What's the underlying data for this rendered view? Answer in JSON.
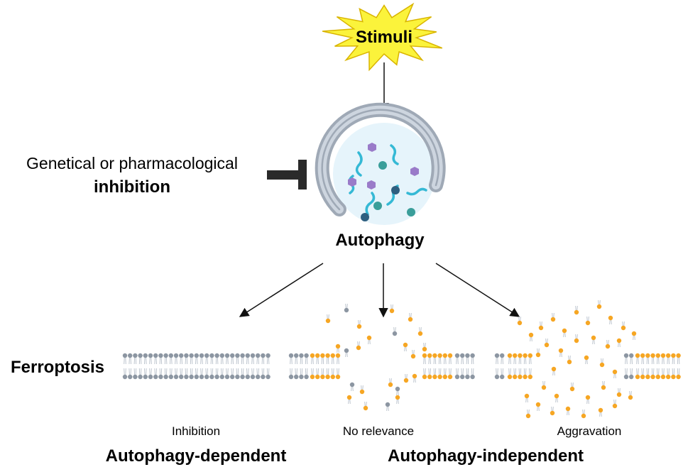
{
  "stimulus": {
    "label": "Stimuli"
  },
  "inhibition": {
    "line1": "Genetical or pharmacological",
    "line2": "inhibition"
  },
  "center": {
    "label": "Autophagy"
  },
  "row_label": "Ferroptosis",
  "outcomes": [
    {
      "label": "Inhibition"
    },
    {
      "label": "No relevance"
    },
    {
      "label": "Aggravation"
    }
  ],
  "categories": {
    "dependent": "Autophagy-dependent",
    "independent": "Autophagy-independent"
  },
  "colors": {
    "star_fill": "#fbf33b",
    "star_stroke": "#d9b400",
    "membrane": "#9fa9b6",
    "membrane_light": "#cdd5df",
    "lumen": "#e6f4fb",
    "lipid_grey": "#8c96a2",
    "lipid_orange": "#f6a623",
    "cyan": "#35b9d5",
    "teal": "#3a9e9a",
    "purple": "#9a7bc9",
    "navy": "#2e5f80"
  }
}
